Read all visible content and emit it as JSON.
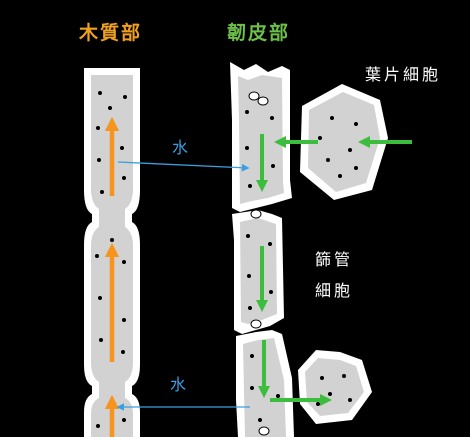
{
  "labels": {
    "xylem": "木質部",
    "phloem": "韌皮部",
    "leaf_cell": "葉片細胞",
    "sieve_tube_line1": "篩管",
    "sieve_tube_line2": "細胞",
    "water_upper": "水",
    "water_lower": "水"
  },
  "colors": {
    "background": "#000000",
    "xylem_label": "#f0a020",
    "phloem_label": "#6cc04a",
    "water_label": "#3aa0e0",
    "cell_fill": "#d2d2d2",
    "cell_outline": "#ffffff",
    "xylem_arrow": "#f7941d",
    "phloem_arrow": "#3dbd3d",
    "water_arrow": "#3aa0e0",
    "dot": "#000000"
  },
  "icons": {
    "xylem_flow": "orange-up-arrow",
    "phloem_flow": "green-down-arrow",
    "sugar_flow": "green-horizontal-arrow",
    "water_flow": "blue-horizontal-arrow"
  }
}
